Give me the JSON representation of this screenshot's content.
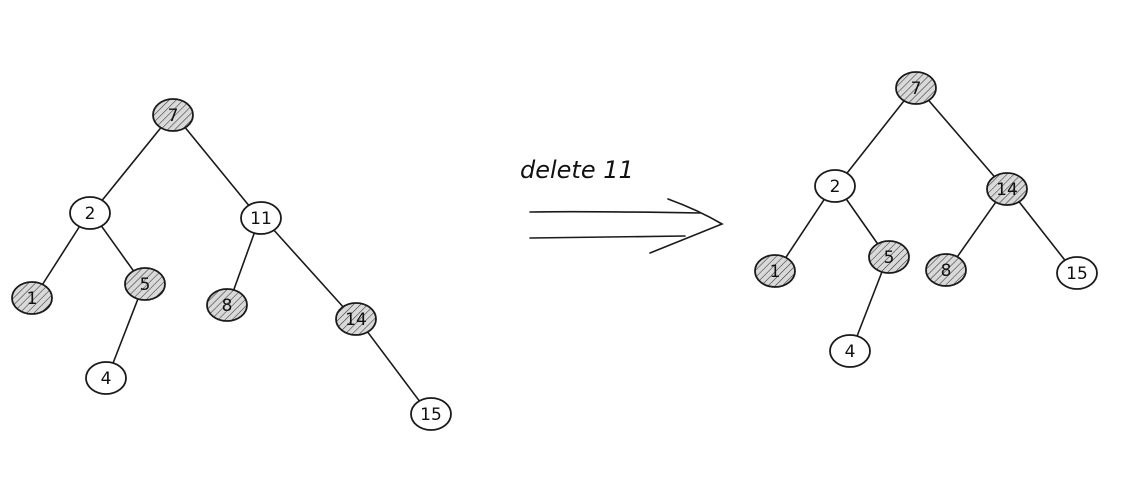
{
  "operation": {
    "label": "delete 11"
  },
  "trees": [
    {
      "id": "before",
      "nodes": [
        {
          "key": "7",
          "color": "black"
        },
        {
          "key": "2",
          "color": "red"
        },
        {
          "key": "11",
          "color": "red"
        },
        {
          "key": "1",
          "color": "black"
        },
        {
          "key": "5",
          "color": "black"
        },
        {
          "key": "8",
          "color": "black"
        },
        {
          "key": "14",
          "color": "black"
        },
        {
          "key": "4",
          "color": "red"
        },
        {
          "key": "15",
          "color": "red"
        }
      ],
      "edges": [
        [
          "7",
          "2"
        ],
        [
          "7",
          "11"
        ],
        [
          "2",
          "1"
        ],
        [
          "2",
          "5"
        ],
        [
          "5",
          "4"
        ],
        [
          "11",
          "8"
        ],
        [
          "11",
          "14"
        ],
        [
          "14",
          "15"
        ]
      ]
    },
    {
      "id": "after",
      "nodes": [
        {
          "key": "7",
          "color": "black"
        },
        {
          "key": "2",
          "color": "red"
        },
        {
          "key": "14",
          "color": "black"
        },
        {
          "key": "1",
          "color": "black"
        },
        {
          "key": "5",
          "color": "black"
        },
        {
          "key": "8",
          "color": "black"
        },
        {
          "key": "15",
          "color": "red"
        },
        {
          "key": "4",
          "color": "red"
        }
      ],
      "edges": [
        [
          "7",
          "2"
        ],
        [
          "7",
          "14"
        ],
        [
          "2",
          "1"
        ],
        [
          "2",
          "5"
        ],
        [
          "5",
          "4"
        ],
        [
          "14",
          "8"
        ],
        [
          "14",
          "15"
        ]
      ]
    }
  ]
}
